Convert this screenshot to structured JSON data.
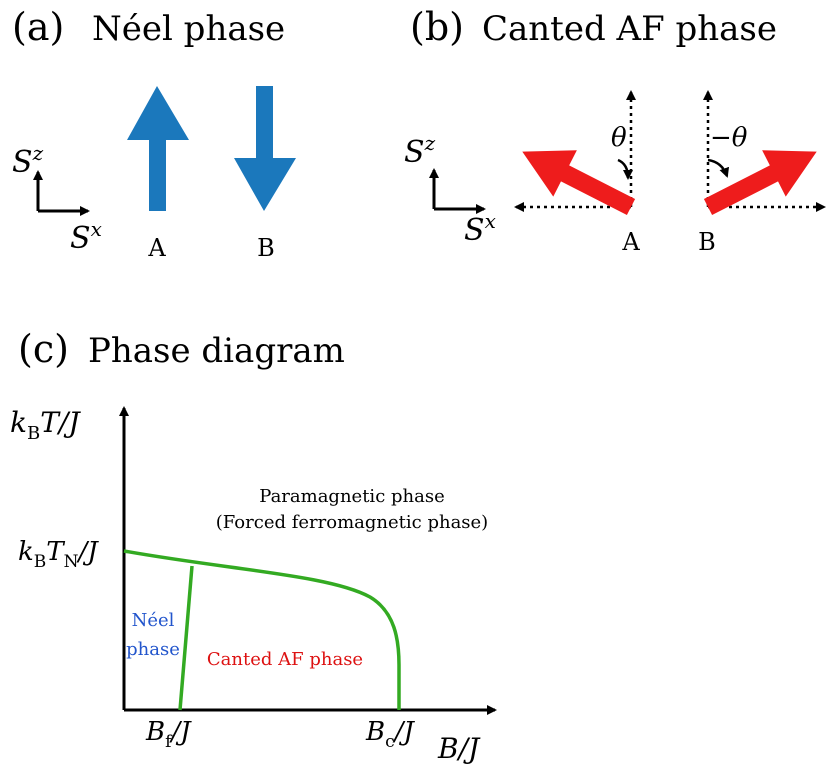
{
  "panel_a": {
    "tag": "(a)",
    "title": "Néel phase",
    "axis_z": "S",
    "axis_z_sup": "z",
    "axis_x": "S",
    "axis_x_sup": "x",
    "label_a": "A",
    "label_b": "B",
    "spin_color": "#1b78bc"
  },
  "panel_b": {
    "tag": "(b)",
    "title": "Canted AF phase",
    "axis_z": "S",
    "axis_z_sup": "z",
    "axis_x": "S",
    "axis_x_sup": "x",
    "label_a": "A",
    "label_b": "B",
    "angle_a": "θ",
    "angle_b": "−θ",
    "spin_color": "#ee1c1c"
  },
  "panel_c": {
    "tag": "(c)",
    "title": "Phase diagram",
    "y_label": {
      "k": "k",
      "k_sub": "B",
      "rest": "T/J"
    },
    "x_label": "B/J",
    "tn_label": {
      "k": "k",
      "k_sub": "B",
      "t": "T",
      "t_sub": "N",
      "rest": "/J"
    },
    "bf_label": {
      "b": "B",
      "sub": "f",
      "rest": "/J"
    },
    "bc_label": {
      "b": "B",
      "sub": "c",
      "rest": "/J"
    },
    "para_line1": "Paramagnetic phase",
    "para_line2": "(Forced ferromagnetic phase)",
    "neel_line1": "Néel",
    "neel_line2": "phase",
    "canted_label": "Canted AF phase",
    "boundary_color": "#33aa22",
    "neel_color": "#2255cc",
    "canted_color": "#dd1111"
  }
}
